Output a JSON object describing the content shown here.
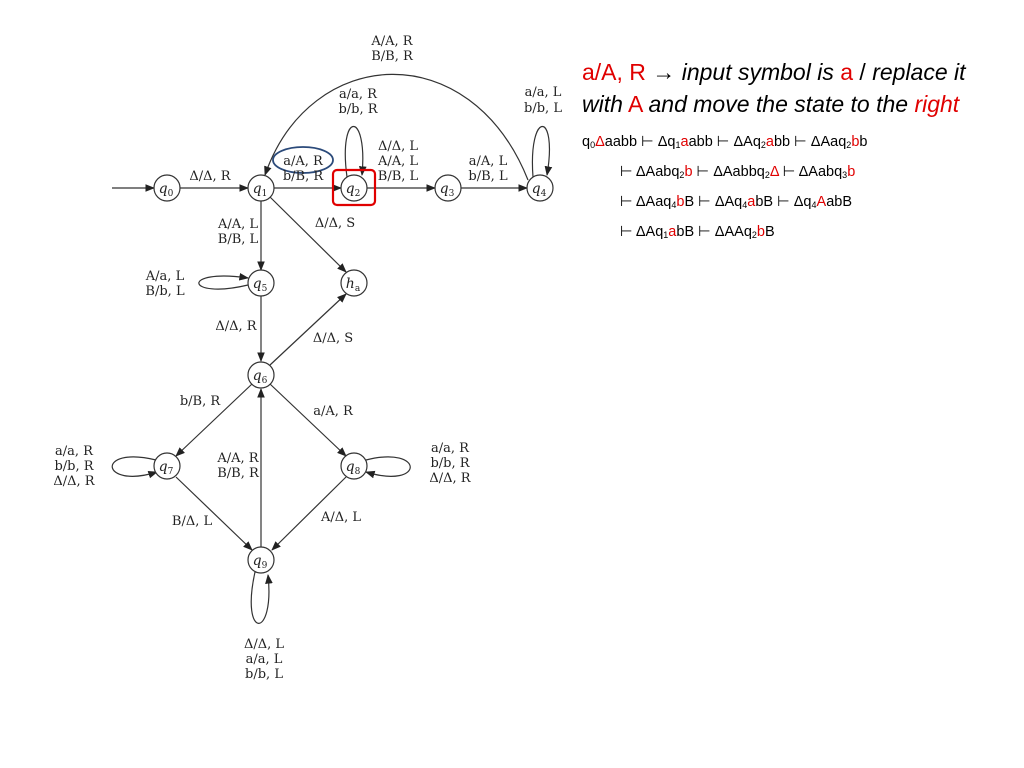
{
  "diagram": {
    "states": {
      "q0": {
        "name": "q",
        "sub": "0"
      },
      "q1": {
        "name": "q",
        "sub": "1"
      },
      "q2": {
        "name": "q",
        "sub": "2"
      },
      "q3": {
        "name": "q",
        "sub": "3"
      },
      "q4": {
        "name": "q",
        "sub": "4"
      },
      "q5": {
        "name": "q",
        "sub": "5"
      },
      "q6": {
        "name": "q",
        "sub": "6"
      },
      "q7": {
        "name": "q",
        "sub": "7"
      },
      "q8": {
        "name": "q",
        "sub": "8"
      },
      "q9": {
        "name": "q",
        "sub": "9"
      },
      "ha": {
        "name": "h",
        "sub": "a"
      }
    },
    "labels": {
      "q0_q1": [
        "Δ/Δ, R"
      ],
      "q1_q2": [
        "a/A, R",
        "b/B, R"
      ],
      "q2_loop": [
        "a/a, R",
        "b/b, R"
      ],
      "q2_q1": [
        "Δ/Δ, L",
        "A/A, L",
        "B/B, L"
      ],
      "q3_q4": [
        "a/A, L",
        "b/B, L"
      ],
      "q4_loop": [
        "a/a, L",
        "b/b, L"
      ],
      "q4_q1": [
        "A/A, R",
        "B/B, R"
      ],
      "q1_q5": [
        "A/A, L",
        "B/B, L"
      ],
      "q1_ha": [
        "Δ/Δ, S"
      ],
      "q5_loop": [
        "A/a, L",
        "B/b, L"
      ],
      "q5_q6": [
        "Δ/Δ, R"
      ],
      "q6_ha": [
        "Δ/Δ, S"
      ],
      "q6_q7": [
        "b/B, R"
      ],
      "q6_q8": [
        "a/A, R"
      ],
      "q9_q6": [
        "A/A, R",
        "B/B, R"
      ],
      "q7_loop": [
        "a/a, R",
        "b/b, R",
        "Δ/Δ, R"
      ],
      "q8_loop": [
        "a/a, R",
        "b/b, R",
        "Δ/Δ, R"
      ],
      "q7_q9": [
        "B/Δ, L"
      ],
      "q8_q9": [
        "A/Δ, L"
      ],
      "q9_loop": [
        "Δ/Δ, L",
        "a/a, L",
        "b/b, L"
      ]
    }
  },
  "explanation": {
    "part1": "a/A, R",
    "arrow": "→",
    "part2": "input symbol is",
    "part3": "a",
    "part4": "/",
    "part5": "replace it with",
    "part6": "A",
    "part7": "and move the state to the",
    "part8": "right"
  },
  "trace": {
    "line1": [
      {
        "t": "q",
        "c": "n"
      },
      {
        "t": "0",
        "c": "s"
      },
      {
        "t": "Δ",
        "c": "r"
      },
      {
        "t": "aabb ⊢ Δq",
        "c": "n"
      },
      {
        "t": "1",
        "c": "s"
      },
      {
        "t": "a",
        "c": "r"
      },
      {
        "t": "abb ⊢ ΔAq",
        "c": "n"
      },
      {
        "t": "2",
        "c": "s"
      },
      {
        "t": "a",
        "c": "r"
      },
      {
        "t": "bb ⊢ ΔAaq",
        "c": "n"
      },
      {
        "t": "2",
        "c": "s"
      },
      {
        "t": "b",
        "c": "r"
      },
      {
        "t": "b",
        "c": "n"
      }
    ],
    "line2": [
      {
        "t": "⊢ ΔAabq",
        "c": "n"
      },
      {
        "t": "2",
        "c": "s"
      },
      {
        "t": "b",
        "c": "r"
      },
      {
        "t": " ⊢ ΔAabbq",
        "c": "n"
      },
      {
        "t": "2",
        "c": "s"
      },
      {
        "t": "Δ",
        "c": "r"
      },
      {
        "t": " ⊢ ΔAabq",
        "c": "n"
      },
      {
        "t": "3",
        "c": "s"
      },
      {
        "t": "b",
        "c": "r"
      }
    ],
    "line3": [
      {
        "t": "⊢ ΔAaq",
        "c": "n"
      },
      {
        "t": "4",
        "c": "s"
      },
      {
        "t": "b",
        "c": "r"
      },
      {
        "t": "B ⊢ ΔAq",
        "c": "n"
      },
      {
        "t": "4",
        "c": "s"
      },
      {
        "t": "a",
        "c": "r"
      },
      {
        "t": "bB ⊢ Δq",
        "c": "n"
      },
      {
        "t": "4",
        "c": "s"
      },
      {
        "t": "A",
        "c": "r"
      },
      {
        "t": "abB",
        "c": "n"
      }
    ],
    "line4": [
      {
        "t": "⊢ ΔAq",
        "c": "n"
      },
      {
        "t": "1",
        "c": "s"
      },
      {
        "t": "a",
        "c": "r"
      },
      {
        "t": "bB ⊢ ΔAAq",
        "c": "n"
      },
      {
        "t": "2",
        "c": "s"
      },
      {
        "t": "b",
        "c": "r"
      },
      {
        "t": "B",
        "c": "n"
      }
    ]
  },
  "colors": {
    "highlight_red": "#e00000",
    "ellipse_blue": "#2b4a7a",
    "box_red": "#e00000"
  }
}
